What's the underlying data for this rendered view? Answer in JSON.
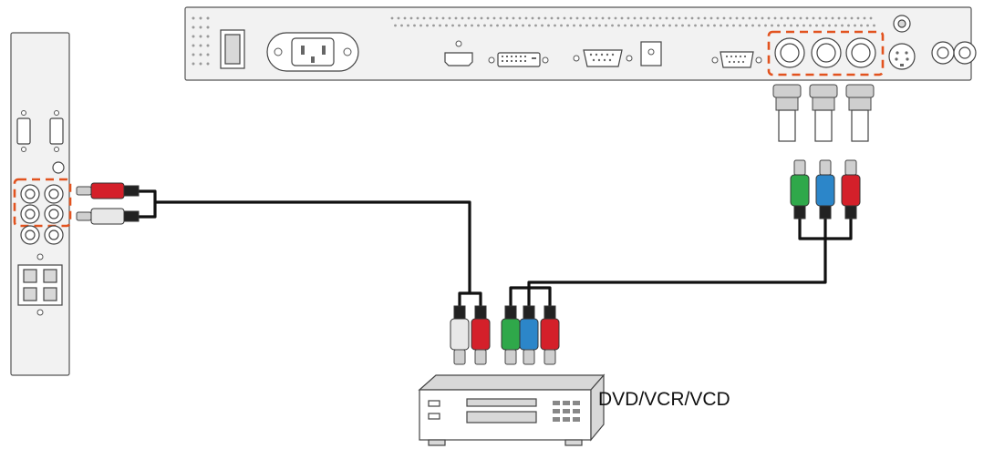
{
  "devices": {
    "source_label": "DVD/VCR/VCD"
  },
  "colors": {
    "audio_left": "#e8e8e8",
    "audio_right": "#d4202a",
    "video_y": "#2fa84a",
    "video_pb": "#2c86c9",
    "video_pr": "#d4202a",
    "highlight": "#e2531f",
    "cable": "#111111"
  },
  "icons": {
    "rear_panel": "monitor-rear-panel",
    "side_panel": "monitor-side-panel",
    "source_device": "dvd-player-icon",
    "power_socket": "ac-power-socket-icon",
    "rca_plug": "rca-plug-icon",
    "bnc_adapter": "bnc-adapter-icon"
  }
}
